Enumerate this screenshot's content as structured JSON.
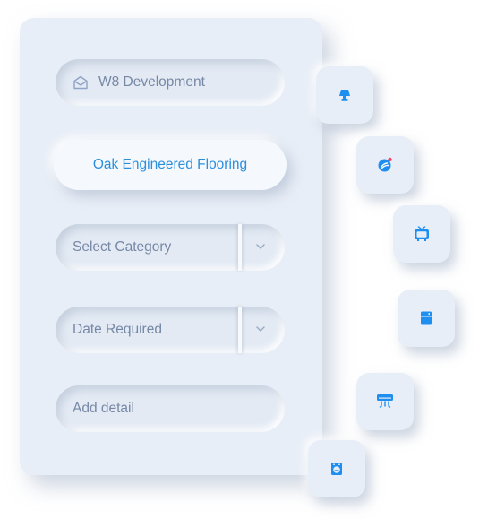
{
  "form": {
    "company": {
      "value": "W8 Development",
      "icon": "envelope-icon"
    },
    "selected_option": "Oak Engineered Flooring",
    "category": {
      "placeholder": "Select Category",
      "icon": "chevron-down-icon"
    },
    "date": {
      "placeholder": "Date Required",
      "icon": "chevron-down-icon"
    },
    "detail": {
      "placeholder": "Add detail"
    }
  },
  "tiles": [
    {
      "icon": "lamp-icon"
    },
    {
      "icon": "robot-vacuum-icon"
    },
    {
      "icon": "tv-icon"
    },
    {
      "icon": "refrigerator-icon"
    },
    {
      "icon": "air-conditioner-icon"
    },
    {
      "icon": "washing-machine-icon"
    }
  ],
  "colors": {
    "background": "#e8eef7",
    "accent": "#2a8fdc",
    "text_muted": "#7688a6",
    "icon_blue": "#1f8ef1",
    "icon_badge": "#ff3c6e"
  }
}
